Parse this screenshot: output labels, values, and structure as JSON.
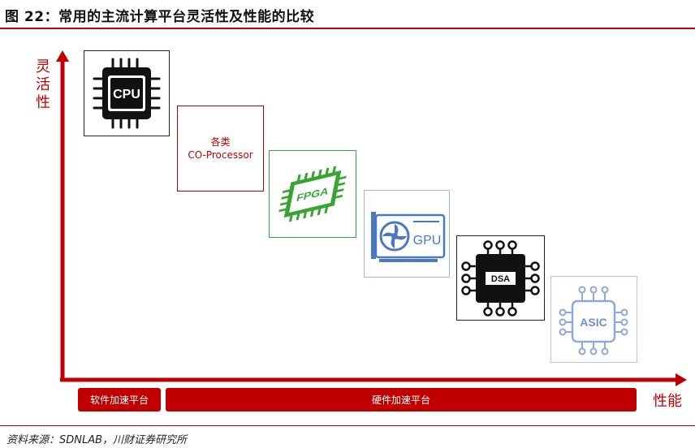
{
  "title": "图 22：常用的主流计算平台灵活性及性能的比较",
  "axes": {
    "y_label": [
      "灵",
      "活",
      "性"
    ],
    "x_label": "性能"
  },
  "platforms": [
    {
      "label": "CPU",
      "icon": "cpu-chip-icon",
      "color": "#000000"
    },
    {
      "label_lines": [
        "各类",
        "CO-Processor"
      ],
      "color": "#c00000"
    },
    {
      "label": "FPGA",
      "icon": "fpga-chip-icon",
      "color": "#3aa335"
    },
    {
      "label": "GPU",
      "icon": "gpu-card-icon",
      "color": "#4a78c2"
    },
    {
      "label": "DSA",
      "icon": "dsa-chip-icon",
      "color": "#000000"
    },
    {
      "label": "ASIC",
      "icon": "asic-chip-icon",
      "color": "#8fa8db"
    }
  ],
  "bars": {
    "software": "软件加速平台",
    "hardware": "硬件加速平台"
  },
  "source": "资料来源：SDNLAB，川财证券研究所",
  "colors": {
    "accent": "#c00000"
  }
}
